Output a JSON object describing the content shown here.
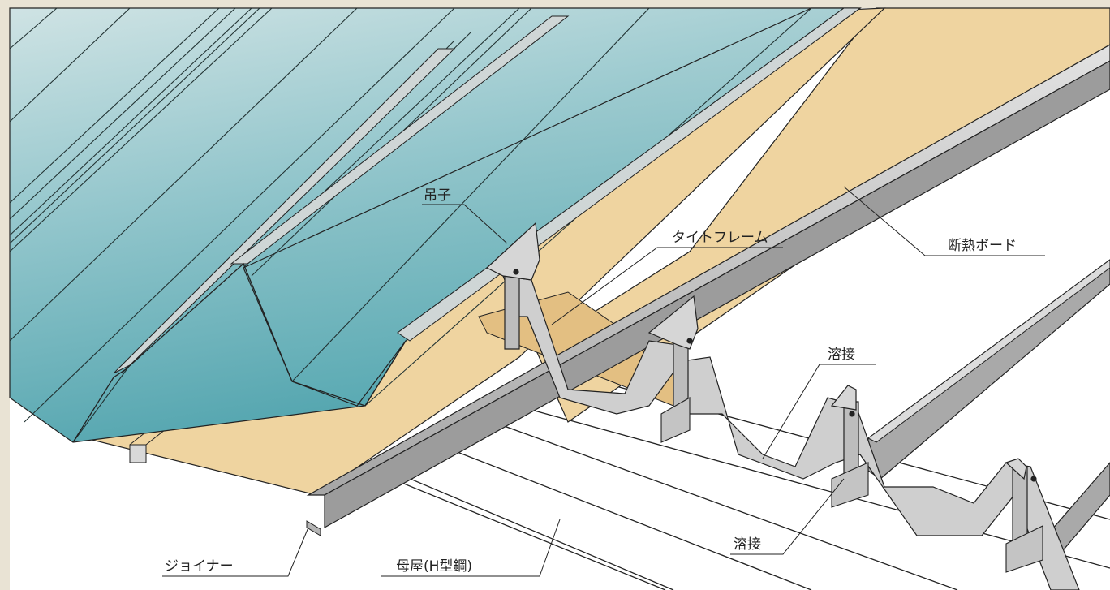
{
  "diagram": {
    "labels": {
      "tsuriko": "吊子",
      "tight_frame": "タイトフレーム",
      "insulation_board": "断熱ボード",
      "weld_upper": "溶接",
      "weld_lower": "溶接",
      "joiner": "ジョイナー",
      "purlin": "母屋(H型鋼)"
    },
    "colors": {
      "background_border": "#e9e3d4",
      "canvas": "#ffffff",
      "roof_panel_light": "#c3dcdf",
      "roof_panel_dark": "#5aaab3",
      "insulation_board": "#efd4a0",
      "steel": "#c8c8c8",
      "steel_dark": "#8d8d8d",
      "line": "#222222"
    }
  }
}
